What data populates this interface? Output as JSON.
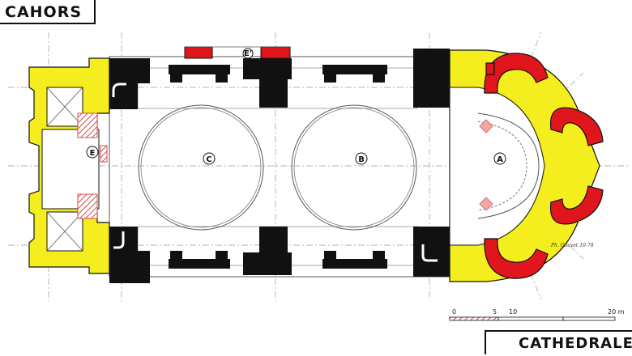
{
  "title": "CAHORS",
  "subtitle": "CATHEDRALE",
  "zones": {
    "a": "A",
    "b": "B",
    "c": "C",
    "e": "E",
    "e1": "E'"
  },
  "signature": "Ph. Gauvet 10-78",
  "scale": {
    "labels": [
      "0",
      "5",
      "10",
      "20 m"
    ]
  },
  "colors": {
    "wall": "#111111",
    "yellow": "#f5ee1e",
    "red": "#e0161c",
    "grid": "#9a9a9a",
    "hatch": "#d94848"
  }
}
